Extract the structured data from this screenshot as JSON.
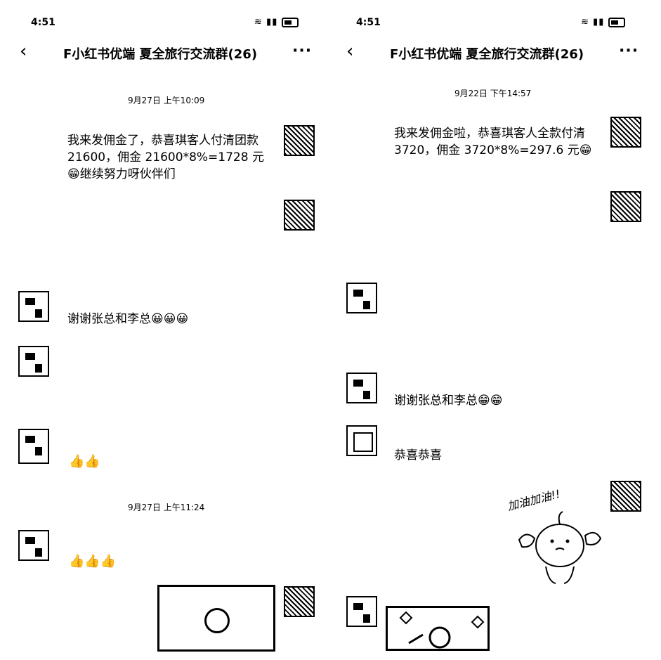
{
  "left": {
    "status_time": "4:51",
    "status_icons": "wifi signal battery",
    "back_icon": "‹",
    "title": "F小红书优端   夏全旅行交流群(26)",
    "more_icon": "···",
    "timestamp1": "9月27日 上午10:09",
    "msg_commission": "我来发佣金了，恭喜琪客人付清团款 21600，佣金 21600*8%=1728 元😁继续努力呀伙伴们",
    "msg_thanks": "谢谢张总和李总😀😀😀",
    "msg_thumbs1": "👍👍",
    "timestamp2": "9月27日 上午11:24",
    "msg_thumbs2": "👍👍👍"
  },
  "right": {
    "status_time": "4:51",
    "status_icons": "wifi signal battery",
    "back_icon": "‹",
    "title": "F小红书优端   夏全旅行交流群(26)",
    "more_icon": "···",
    "timestamp1": "9月22日 下午14:57",
    "msg_commission": "我来发佣金啦，恭喜琪客人全款付清 3720，佣金 3720*8%=297.6 元😁",
    "msg_thanks": "谢谢张总和李总😁😁",
    "msg_congrats": "恭喜恭喜",
    "sticker_text": "加油加油!!"
  }
}
